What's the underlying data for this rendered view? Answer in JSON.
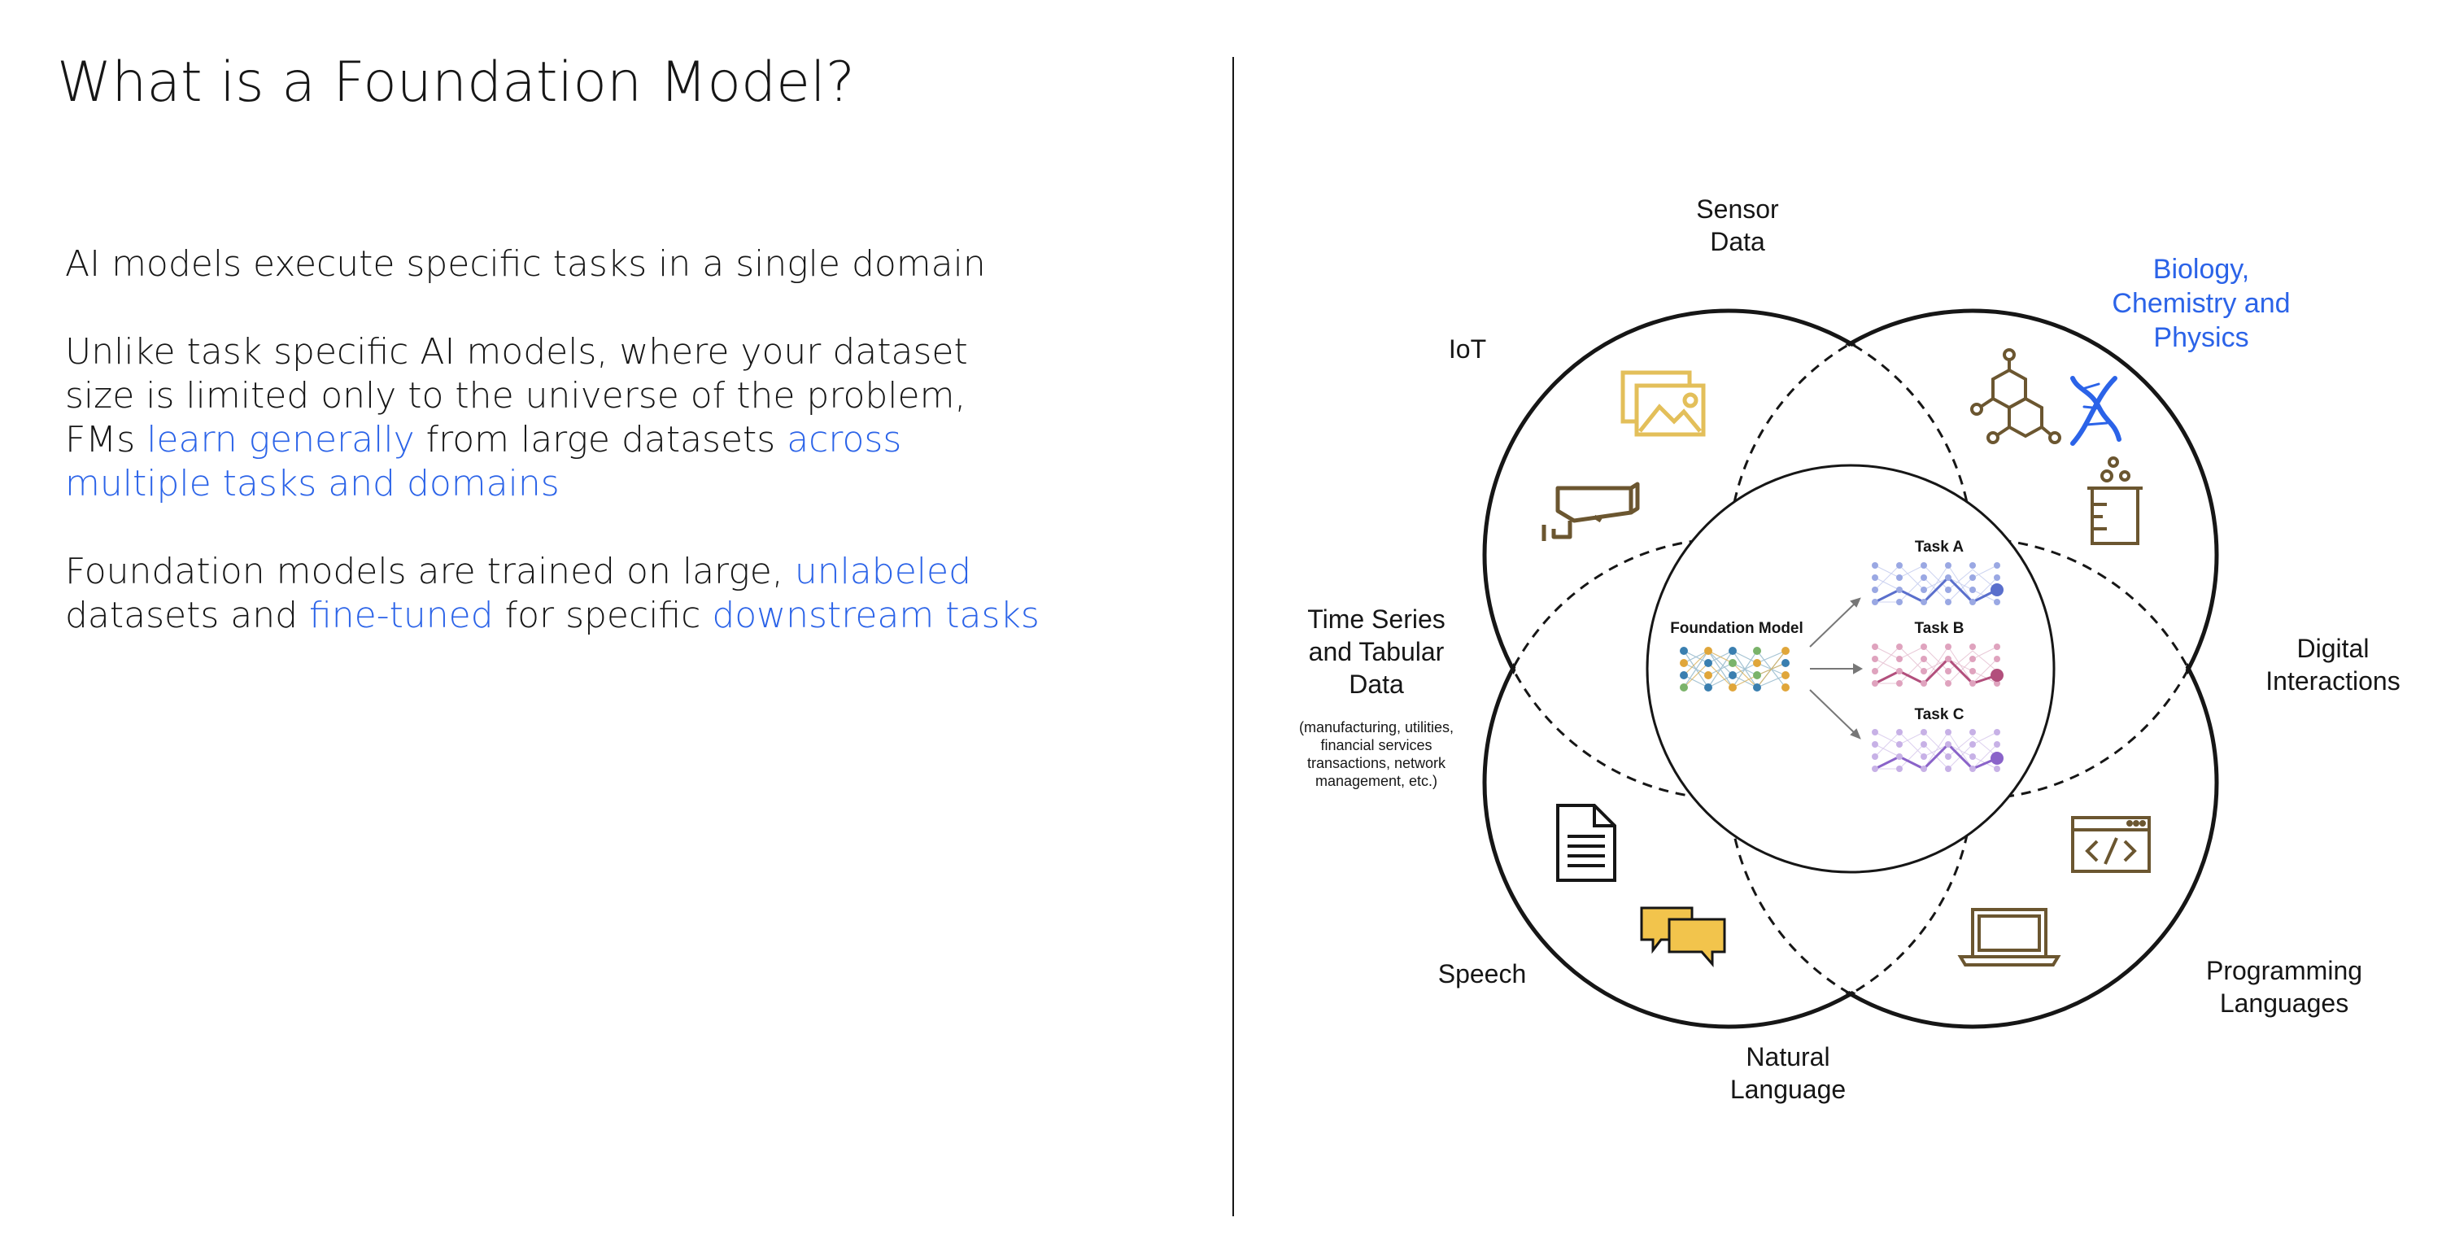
{
  "slide": {
    "title": "What is a Foundation Model?",
    "paragraph1": "AI models execute specific tasks in a single domain",
    "paragraph2": {
      "t1": "Unlike task specific AI models, where your dataset size is limited only to the universe of the problem, FMs ",
      "h1": "learn generally",
      "t2": " from large datasets ",
      "h2": "across multiple tasks and domains"
    },
    "paragraph3": {
      "t1": "Foundation models are trained on large, ",
      "h1": "unlabeled",
      "t2": " datasets and ",
      "h2": "fine-tuned",
      "t3": " for specific ",
      "h3": "downstream tasks"
    }
  },
  "diagram": {
    "labels": {
      "sensor_data": [
        "Sensor",
        "Data"
      ],
      "biology": [
        "Biology,",
        "Chemistry and",
        "Physics"
      ],
      "iot": "IoT",
      "time_series": [
        "Time Series",
        "and Tabular",
        "Data"
      ],
      "time_series_note": [
        "(manufacturing, utilities,",
        "financial services",
        "transactions, network",
        "management, etc.)"
      ],
      "digital_interactions": [
        "Digital",
        "Interactions"
      ],
      "speech": "Speech",
      "natural_language": [
        "Natural",
        "Language"
      ],
      "programming_languages": [
        "Programming",
        "Languages"
      ]
    },
    "center": {
      "model_label": "Foundation Model",
      "tasks": [
        "Task A",
        "Task B",
        "Task C"
      ]
    },
    "colors": {
      "highlight": "#2b63e8",
      "gold": "#e3bf5a",
      "brown": "#6b5630",
      "task_a": "#6f83d6",
      "task_b": "#c0648e",
      "task_c": "#9d7ad1"
    },
    "icons": [
      "image-icon",
      "security-camera-icon",
      "molecule-icon",
      "dna-icon",
      "beaker-icon",
      "document-icon",
      "chat-bubbles-icon",
      "code-window-icon",
      "laptop-icon"
    ]
  }
}
